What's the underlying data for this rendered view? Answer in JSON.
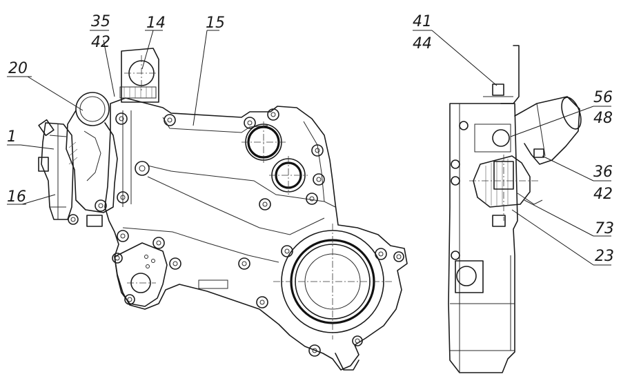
{
  "drawing": {
    "left_view_callouts": {
      "c20": "20",
      "c1": "1",
      "c16": "16",
      "c35_top": "35",
      "c35_bottom": "42",
      "c14": "14",
      "c15": "15"
    },
    "right_view_callouts": {
      "c41_top": "41",
      "c41_bottom": "44",
      "c56_top": "56",
      "c56_bottom": "48",
      "c36_top": "36",
      "c36_bottom": "42",
      "c73": "73",
      "c23": "23"
    }
  }
}
